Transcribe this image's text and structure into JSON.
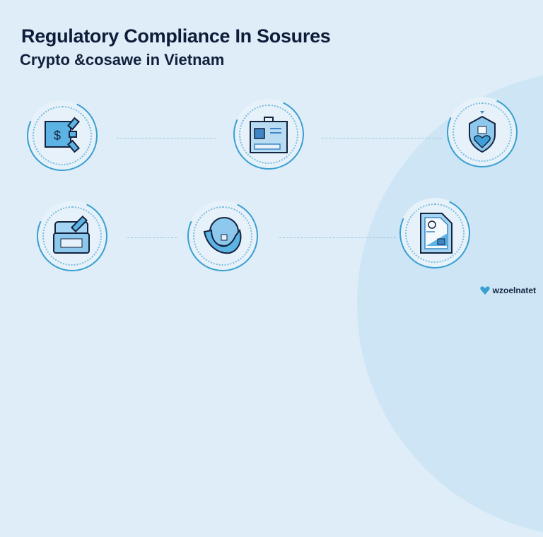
{
  "header": {
    "title": "Regulatory Compliance In Sosures",
    "subtitle": "Crypto &cosawe in Vietnam"
  },
  "nodes": [
    {
      "id": "vault",
      "icon": "vault-dollar-icon"
    },
    {
      "id": "briefcase",
      "icon": "briefcase-documents-icon"
    },
    {
      "id": "shield",
      "icon": "shield-heart-icon"
    },
    {
      "id": "basket",
      "icon": "basket-barcode-icon"
    },
    {
      "id": "hands",
      "icon": "hands-globe-icon"
    },
    {
      "id": "document",
      "icon": "document-icon"
    }
  ],
  "brand": {
    "name": "wzoelnatet",
    "icon": "heart-logo-icon"
  },
  "colors": {
    "background": "#deedf7",
    "accent": "#3a9fd0",
    "title": "#0f1c3a"
  }
}
